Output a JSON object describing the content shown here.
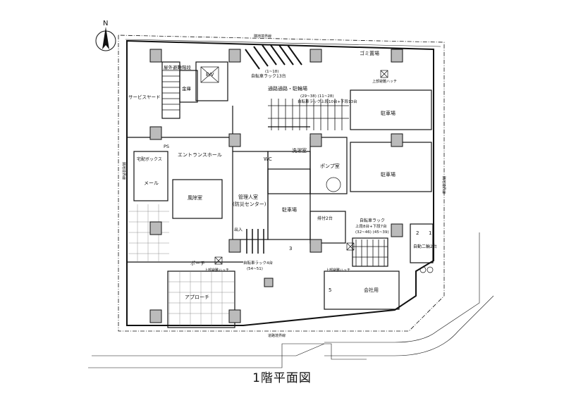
{
  "compass_label": "N",
  "caption": "1階平面図",
  "rooms": {
    "outdoor_stair": "屋外避難階段",
    "ev": "E/V",
    "safe": "金庫",
    "service_yard": "サービスヤード",
    "ps": "PS",
    "entrance_hall": "エントランスホール",
    "delivery_box": "宅配ボックス",
    "mail": "メール",
    "windbreak": "風除室",
    "manager_line1": "管理人室",
    "manager_line2": "(防災センター)",
    "wc": "WC",
    "laundry": "洗濯室",
    "pump": "ポンプ室",
    "garbage": "ゴミ置場",
    "passage_bike": "通路通路・駐輪場",
    "bike_rack_top_a": "自転車ラック13台",
    "bike_rack_top_b": "(1~18)",
    "bike_rack_mid_a": "自転車ラック上段10台+下段13台",
    "bike_rack_mid_b": "(29~38)  (11~28)",
    "parking_1": "駐車場",
    "parking_2": "駐車場",
    "parking_3": "駐車場",
    "parking_3_num": "3",
    "rack_right_a": "自転車ラック",
    "rack_right_b": "上段8台+下段7台",
    "rack_right_c": "(32~46)  (45~39)",
    "bike_rack_bottom_a": "自転車ラック4台",
    "bike_rack_bottom_b": "(54~51)",
    "dosen": "排付2台",
    "two_level": "自動二輪2台",
    "num_1": "1",
    "num_2": "2",
    "porch": "ポーチ",
    "approach": "アプローチ",
    "company": "会社用",
    "company_num": "5",
    "hatch_1": "上部避難ハッチ",
    "hatch_2": "上部避難ハッチ",
    "hatch_3": "上部避難ハッチ",
    "entrance_bottom": "出入",
    "road_top": "隣地境界線",
    "road_bottom": "道路境界線",
    "road_left": "隣地境界線",
    "road_right": "隣地境界線"
  }
}
